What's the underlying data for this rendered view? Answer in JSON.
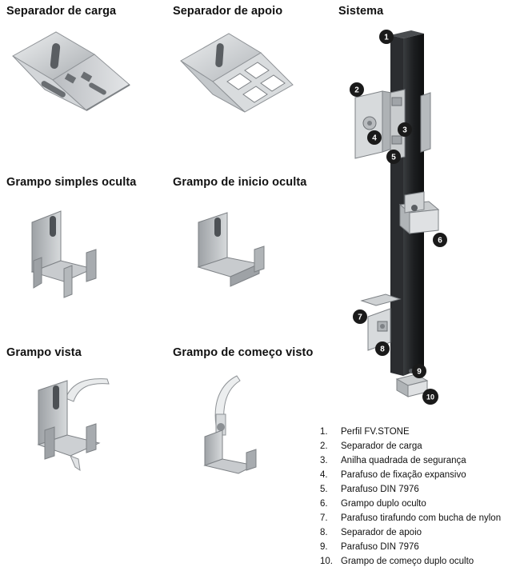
{
  "titles": {
    "separador_carga": "Separador de carga",
    "separador_apoio": "Separador de apoio",
    "sistema": "Sistema",
    "grampo_simples_oculta": "Grampo simples oculta",
    "grampo_inicio_oculta": "Grampo de inicio oculta",
    "grampo_vista": "Grampo vista",
    "grampo_comeco_visto": "Grampo de começo visto"
  },
  "callouts": [
    "1",
    "2",
    "3",
    "4",
    "5",
    "6",
    "7",
    "8",
    "9",
    "10"
  ],
  "legend": [
    {
      "num": "1.",
      "text": "Perfil FV.STONE"
    },
    {
      "num": "2.",
      "text": "Separador de carga"
    },
    {
      "num": "3.",
      "text": "Anilha quadrada de segurança"
    },
    {
      "num": "4.",
      "text": "Parafuso de fixação expansivo"
    },
    {
      "num": "5.",
      "text": "Parafuso DIN 7976"
    },
    {
      "num": "6.",
      "text": "Grampo duplo oculto"
    },
    {
      "num": "7.",
      "text": "Parafuso tirafundo com bucha de nylon"
    },
    {
      "num": "8.",
      "text": "Separador de apoio"
    },
    {
      "num": "9.",
      "text": "Parafuso DIN 7976"
    },
    {
      "num": "10.",
      "text": "Grampo de começo duplo oculto"
    }
  ]
}
